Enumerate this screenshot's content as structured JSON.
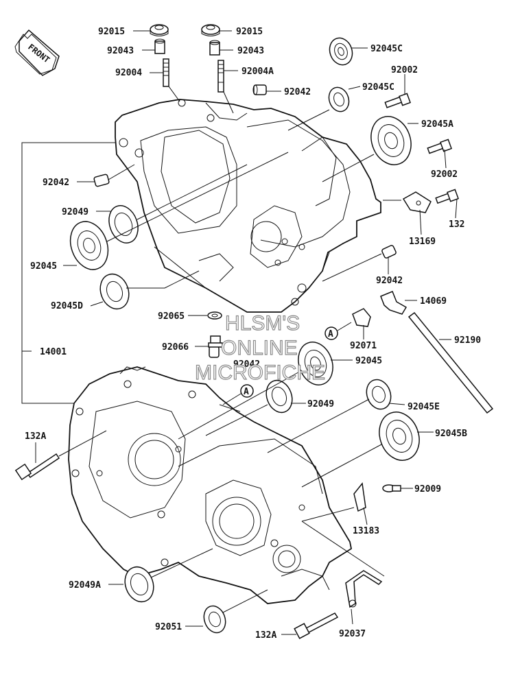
{
  "diagram": {
    "front_arrow_text": "FRONT",
    "watermark": [
      "HLSM'S",
      "ONLINE",
      "MICROFICHE"
    ],
    "circle_marker": "A",
    "labels": {
      "l92015a": "92015",
      "l92015b": "92015",
      "l92043a": "92043",
      "l92043b": "92043",
      "l92004": "92004",
      "l92004A": "92004A",
      "l92045Ca": "92045C",
      "l92045Cb": "92045C",
      "l92002a": "92002",
      "l92002b": "92002",
      "l92042a": "92042",
      "l92042b": "92042",
      "l92042c": "92042",
      "l92042d": "92042",
      "l92045A": "92045A",
      "l92049a": "92049",
      "l92049b": "92049",
      "l92045a": "92045",
      "l92045b": "92045",
      "l132": "132",
      "l13169": "13169",
      "l92045D": "92045D",
      "l92065": "92065",
      "l14069": "14069",
      "l92066": "92066",
      "l92071": "92071",
      "l92190": "92190",
      "l14001": "14001",
      "l92045E": "92045E",
      "l92045B": "92045B",
      "l132Aa": "132A",
      "l132Ab": "132A",
      "l92009": "92009",
      "l13183": "13183",
      "l92049A": "92049A",
      "l92051": "92051",
      "l92037": "92037"
    }
  }
}
